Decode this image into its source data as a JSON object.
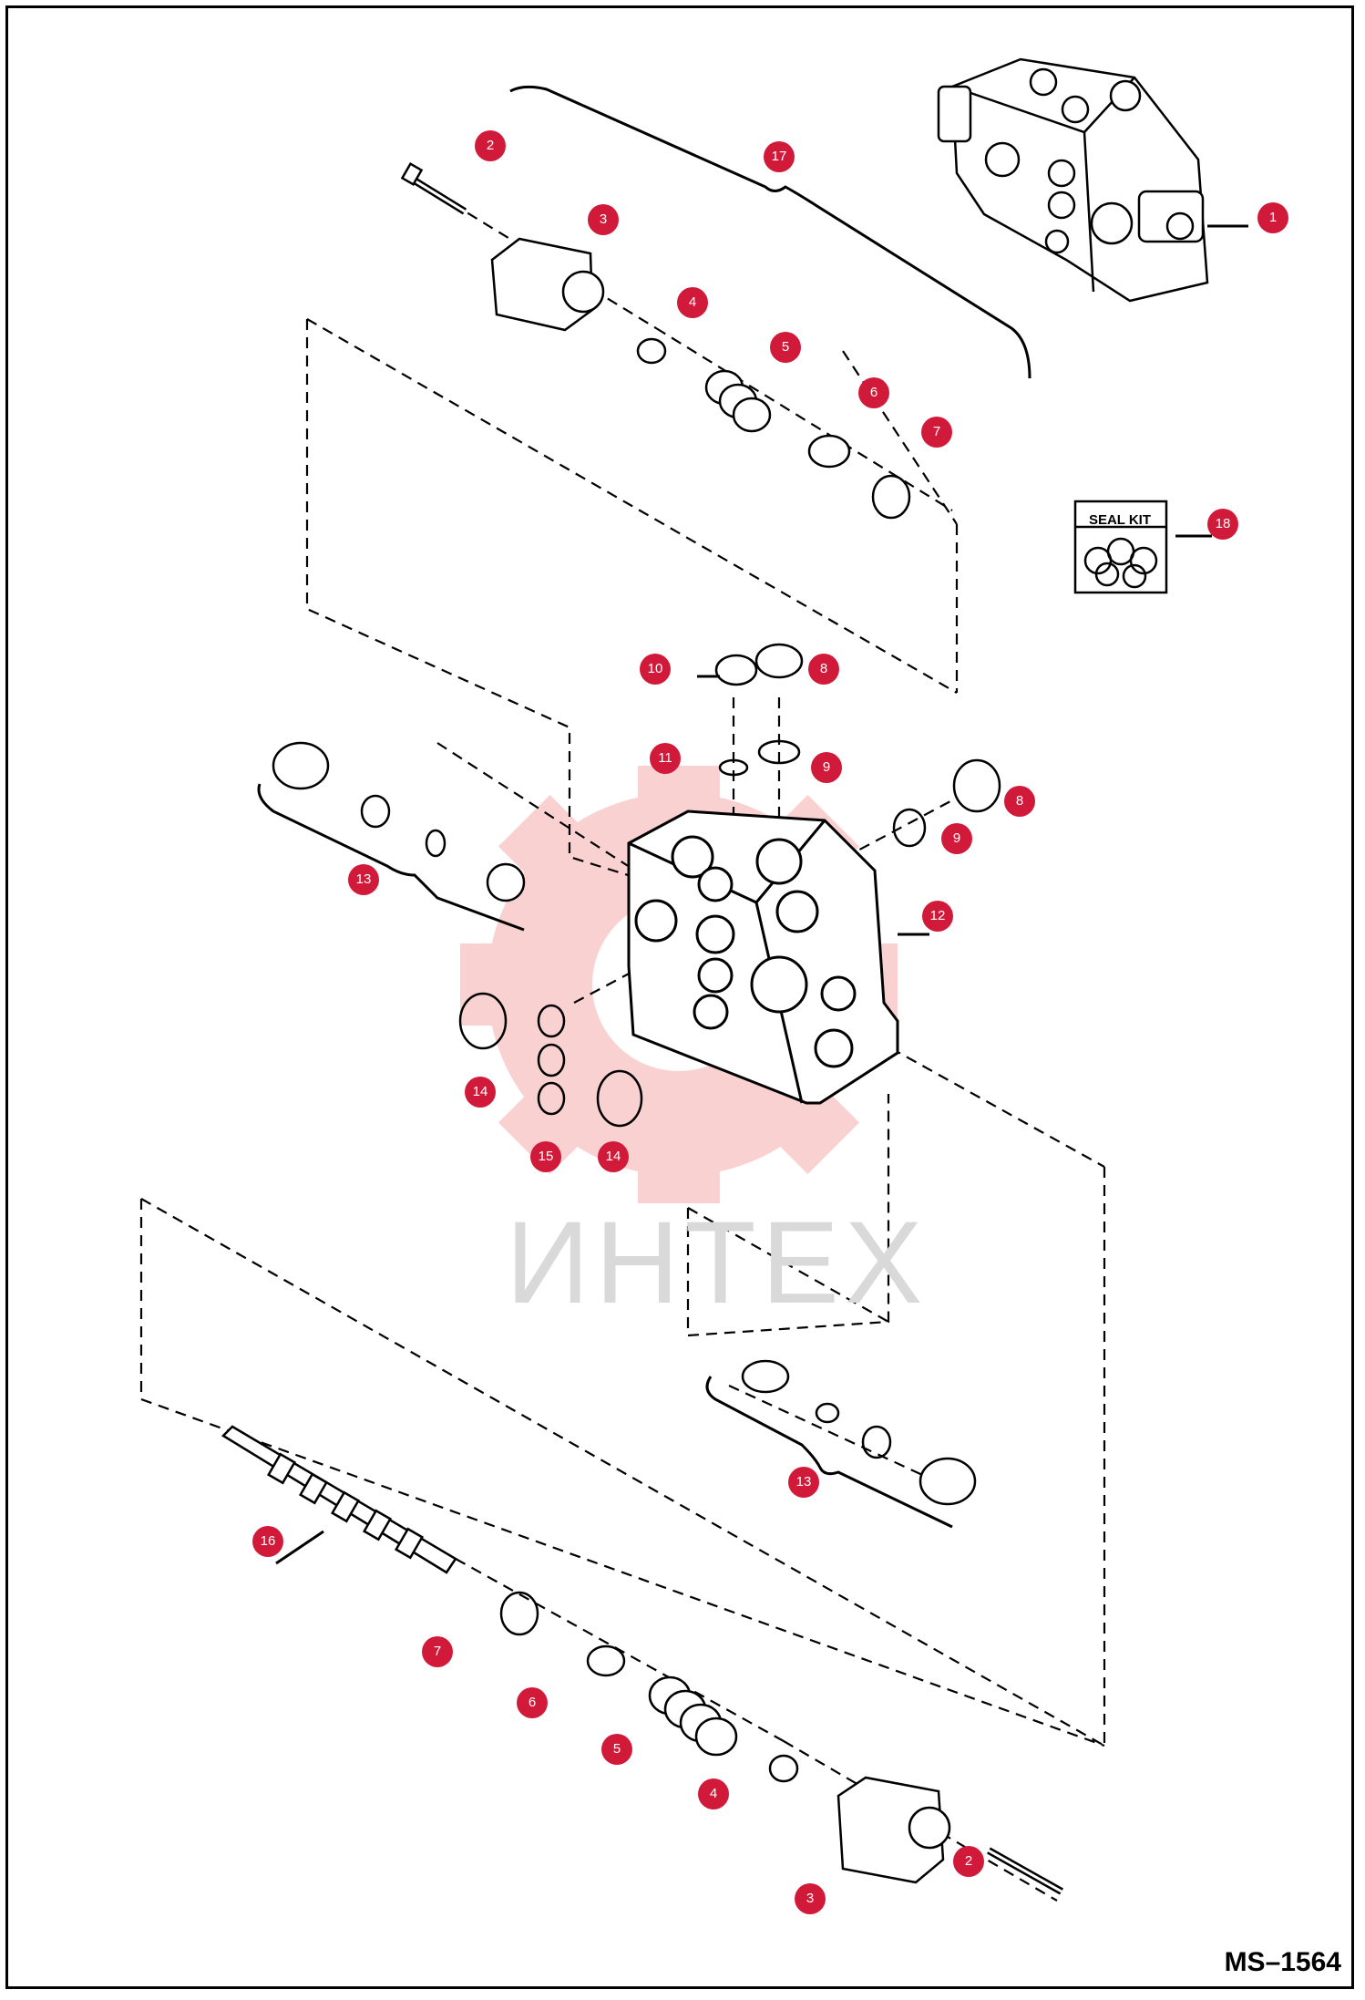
{
  "watermark": "ИНТЕХ",
  "drawing_number": "MS–1564",
  "seal_kit_label": "SEAL KIT",
  "colors": {
    "callout": "#d11a3a",
    "callout_text": "#ffffff",
    "watermark": "#d9d9d9",
    "watermark_logo": "#f8c9c9"
  },
  "icons": [
    "gear-logo-watermark"
  ],
  "callouts": [
    "1",
    "2",
    "3",
    "4",
    "5",
    "6",
    "7",
    "17",
    "18",
    "10",
    "8",
    "11",
    "9",
    "8",
    "9",
    "13",
    "12",
    "14",
    "15",
    "14",
    "13",
    "16",
    "7",
    "6",
    "5",
    "4",
    "3",
    "2"
  ]
}
